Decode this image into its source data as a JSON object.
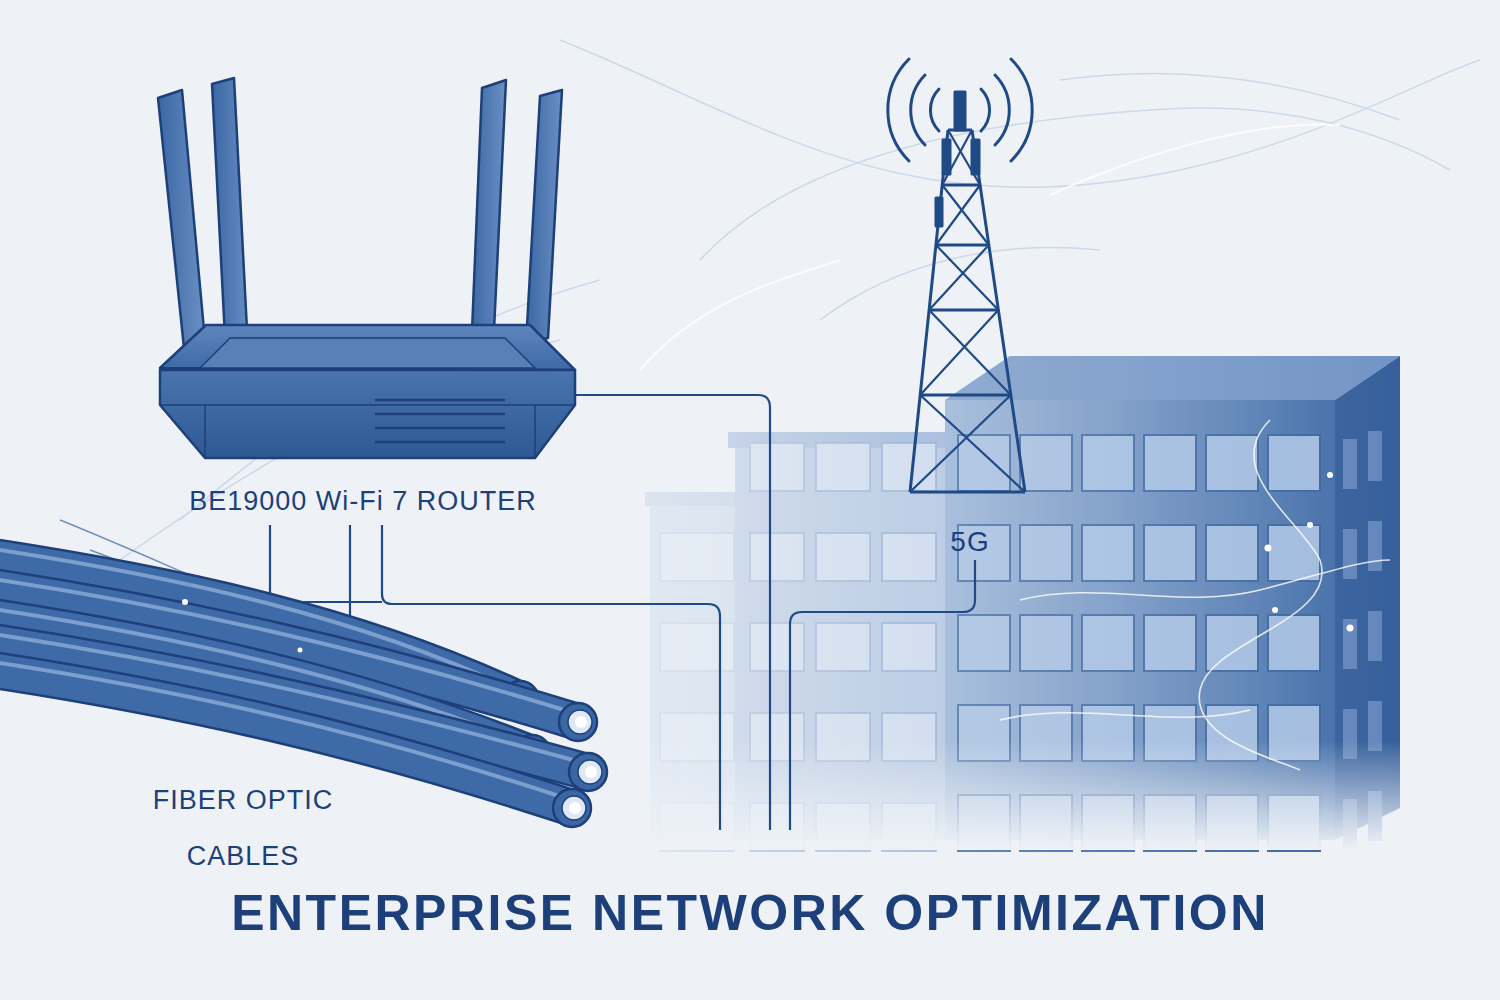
{
  "diagram": {
    "title": "ENTERPRISE NETWORK OPTIMIZATION",
    "labels": [
      "BE19000 Wi-Fi 7 ROUTER",
      "5G",
      "FIBER OPTIC CABLES"
    ]
  }
}
